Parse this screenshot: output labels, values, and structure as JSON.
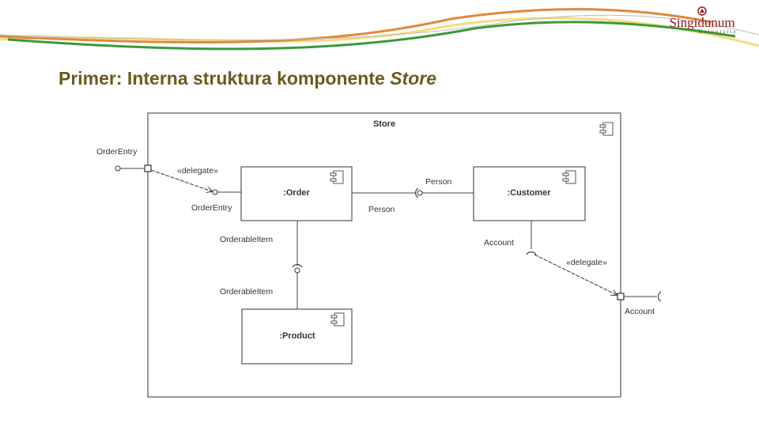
{
  "title": {
    "main": "Primer: Interna struktura komponente ",
    "emphasis": "Store"
  },
  "logo": {
    "name": "Singidunum",
    "sub": "University"
  },
  "colors": {
    "title": "#6b5a1e",
    "swoosh_orange": "#e0893a",
    "swoosh_green": "#3a9a3a",
    "swoosh_yellow": "#f2d45c",
    "logo_red": "#8a1a1a",
    "diagram_line": "#444444"
  },
  "diagram": {
    "container": {
      "label": "Store",
      "icon": "component-icon"
    },
    "parts": [
      {
        "id": "order",
        "label": ":Order",
        "icon": "component-icon"
      },
      {
        "id": "customer",
        "label": ":Customer",
        "icon": "component-icon"
      },
      {
        "id": "product",
        "label": ":Product",
        "icon": "component-icon"
      }
    ],
    "ports": {
      "order_entry_outer": "OrderEntry",
      "order_entry_inner": "OrderEntry",
      "account_outer": "Account"
    },
    "connectors": {
      "delegate_top": "«delegate»",
      "delegate_bottom": "«delegate»",
      "person_required": "Person",
      "person_provided": "Person",
      "orderable_top": "OrderableItem",
      "orderable_bottom": "OrderableItem",
      "account_inner": "Account"
    }
  }
}
